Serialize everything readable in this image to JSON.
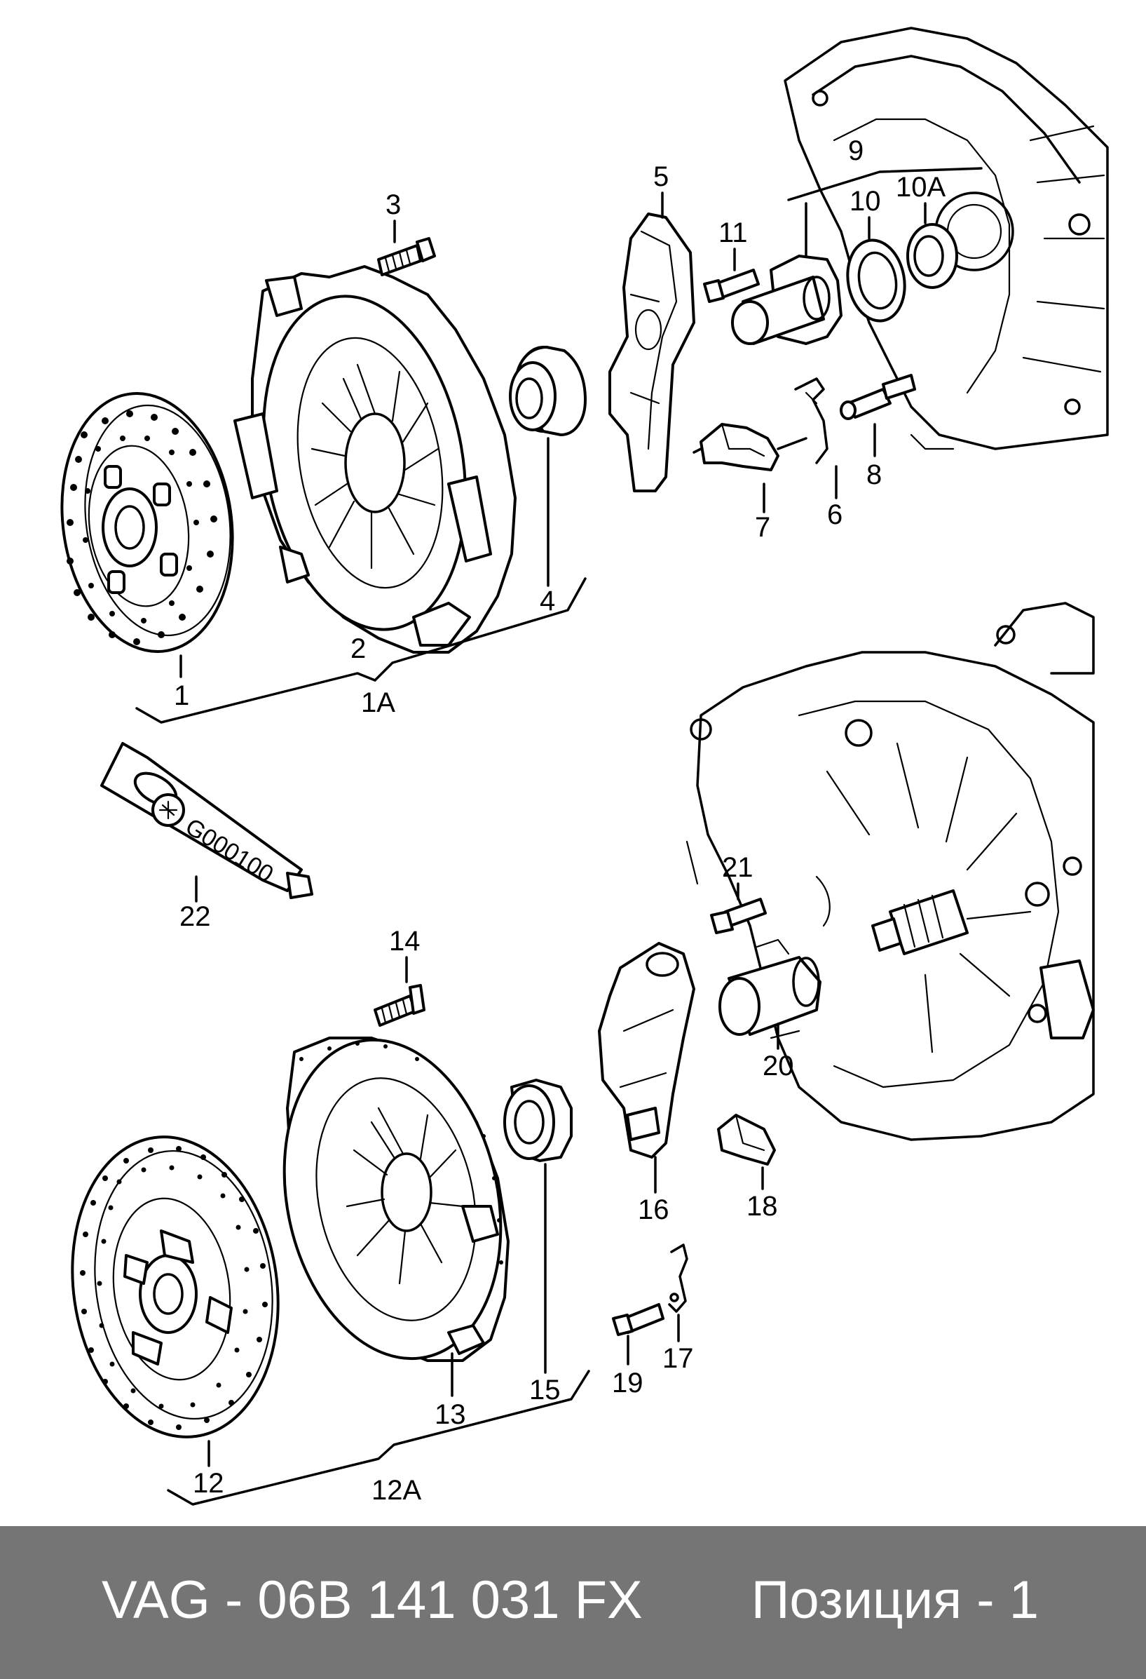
{
  "callouts": {
    "c1": "1",
    "c1A": "1A",
    "c2": "2",
    "c3": "3",
    "c4": "4",
    "c5": "5",
    "c6": "6",
    "c7": "7",
    "c8": "8",
    "c9": "9",
    "c10": "10",
    "c10A": "10A",
    "c11": "11",
    "c12": "12",
    "c12A": "12A",
    "c13": "13",
    "c14": "14",
    "c15": "15",
    "c16": "16",
    "c17": "17",
    "c18": "18",
    "c19": "19",
    "c20": "20",
    "c21": "21",
    "c22": "22"
  },
  "tube_label": "G000100",
  "footer": {
    "part_number": "VAG - 06B 141 031 FX",
    "position": "Позиция - 1"
  },
  "colors": {
    "footer_bg": "#757575",
    "footer_text": "#ffffff",
    "line": "#000000"
  }
}
